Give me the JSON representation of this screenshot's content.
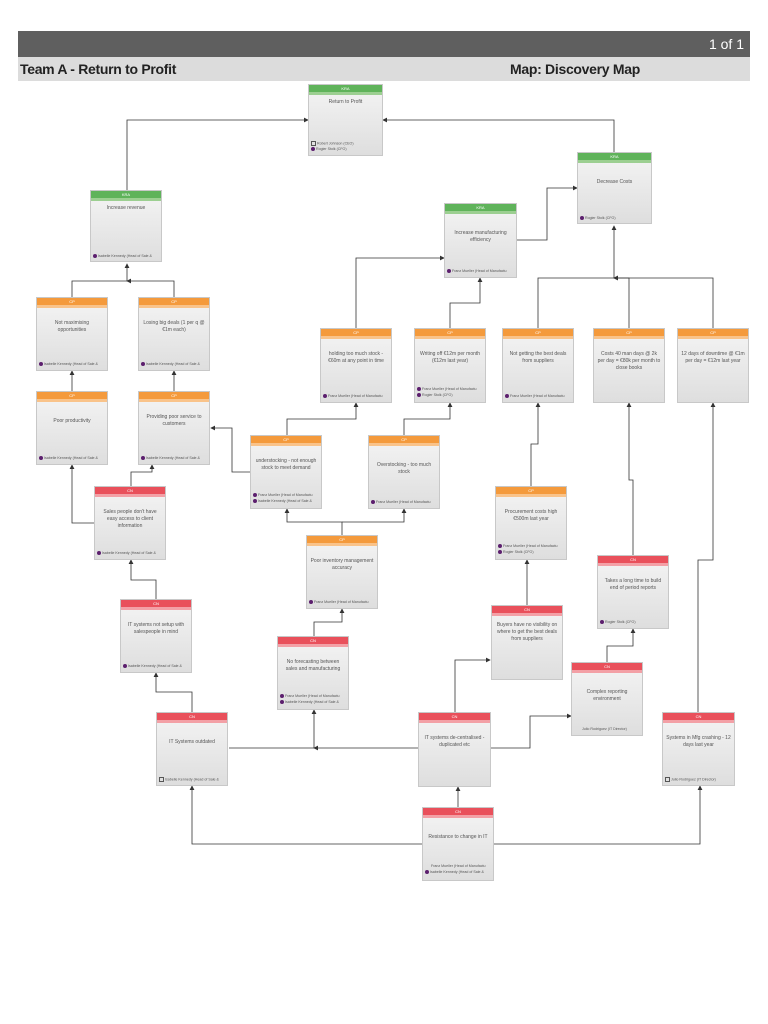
{
  "page": {
    "indicator": "1 of 1"
  },
  "header": {
    "team_title": "Team A - Return to Profit",
    "map_title": "Map: Discovery Map"
  },
  "colors": {
    "goal": "#5fb35a",
    "critical_path": "#f49a3c",
    "root_cause": "#e9505b"
  },
  "nodes": [
    {
      "id": "n1",
      "type": "green",
      "tag": "KRA",
      "title": "Return to Profit",
      "owners": [
        "Robert Johnson (CEO)",
        "Rogier Stolk (CFO)"
      ]
    },
    {
      "id": "n2",
      "type": "green",
      "tag": "KRA",
      "title": "Increase revenue",
      "owners": [
        "Isabelle Kennedy (Head of Sale &"
      ]
    },
    {
      "id": "n3",
      "type": "green",
      "tag": "KRA",
      "title": "Decrease Costs",
      "owners": [
        "Rogier Stolk (CFO)"
      ]
    },
    {
      "id": "n4",
      "type": "green",
      "tag": "KRA",
      "title": "Increase manufacturing efficiency",
      "owners": [
        "Franz Mueller (Head of Manufactu"
      ]
    },
    {
      "id": "n5",
      "type": "orange",
      "tag": "CP",
      "title": "Not maximising opportunities",
      "owners": [
        "Isabelle Kennedy (Head of Sale &"
      ]
    },
    {
      "id": "n6",
      "type": "orange",
      "tag": "CP",
      "title": "Losing big deals (1 per q @ €1m each)",
      "owners": [
        "Isabelle Kennedy (Head of Sale &"
      ]
    },
    {
      "id": "n7",
      "type": "orange",
      "tag": "CP",
      "title": "holding too much stock - €60m at any point in time",
      "owners": [
        "Franz Mueller (Head of Manufactu"
      ]
    },
    {
      "id": "n8",
      "type": "orange",
      "tag": "CP",
      "title": "Writing off €12m per month (€12m last year)",
      "owners": [
        "Franz Mueller (Head of Manufactu",
        "Rogier Stolk (CFO)"
      ]
    },
    {
      "id": "n9",
      "type": "orange",
      "tag": "CP",
      "title": "Not getting the best deals from suppliers",
      "owners": [
        "Franz Mueller (Head of Manufactu"
      ]
    },
    {
      "id": "n10",
      "type": "orange",
      "tag": "CP",
      "title": "Costs 40 man days @ 2k per day = €80k per month to close books",
      "owners": []
    },
    {
      "id": "n11",
      "type": "orange",
      "tag": "CP",
      "title": "12 days of downtime @ €1m per day = €12m last year",
      "owners": []
    },
    {
      "id": "n12",
      "type": "orange",
      "tag": "CP",
      "title": "Poor productivity",
      "owners": [
        "Isabelle Kennedy (Head of Sale &"
      ]
    },
    {
      "id": "n13",
      "type": "orange",
      "tag": "CP",
      "title": "Providing poor service to customers",
      "owners": [
        "Isabelle Kennedy (Head of Sale &"
      ]
    },
    {
      "id": "n14",
      "type": "orange",
      "tag": "CP",
      "title": "understocking - not enough stock to meet demand",
      "owners": [
        "Franz Mueller (Head of Manufactu",
        "Isabelle Kennedy (Head of Sale &"
      ]
    },
    {
      "id": "n15",
      "type": "orange",
      "tag": "CP",
      "title": "Overstocking - too much stock",
      "owners": [
        "Franz Mueller (Head of Manufactu"
      ]
    },
    {
      "id": "n16",
      "type": "orange",
      "tag": "CP",
      "title": "Procurement costs high €500m last year",
      "owners": [
        "Franz Mueller (Head of Manufactu",
        "Rogier Stolk (CFO)"
      ]
    },
    {
      "id": "n17",
      "type": "orange",
      "tag": "CP",
      "title": "Poor inventory management accuracy",
      "owners": [
        "Franz Mueller (Head of Manufactu"
      ]
    },
    {
      "id": "n18",
      "type": "red",
      "tag": "CN",
      "title": "Sales people don't have easy access to client information",
      "owners": [
        "Isabelle Kennedy (Head of Sale &"
      ]
    },
    {
      "id": "n19",
      "type": "red",
      "tag": "CN",
      "title": "IT systems not setup with salespeople in mind",
      "owners": [
        "Isabelle Kennedy (Head of Sale &"
      ]
    },
    {
      "id": "n20",
      "type": "red",
      "tag": "CN",
      "title": "No forecasting between sales and manufacturing",
      "owners": [
        "Franz Mueller (Head of Manufactu",
        "Isabelle Kennedy (Head of Sale &"
      ]
    },
    {
      "id": "n21",
      "type": "red",
      "tag": "CN",
      "title": "Takes a long time to build end of period reports",
      "owners": [
        "Rogier Stolk (CFO)"
      ]
    },
    {
      "id": "n22",
      "type": "red",
      "tag": "CN",
      "title": "Buyers have no visibility on where to get the best deals from suppliers",
      "owners": []
    },
    {
      "id": "n23",
      "type": "red",
      "tag": "CN",
      "title": "Complex reporting environment",
      "owners": [
        "Julio Rodriguez (IT Director)"
      ]
    },
    {
      "id": "n24",
      "type": "red",
      "tag": "CN",
      "title": "IT Systems outdated",
      "owners": [
        "Isabelle Kennedy (Head of Sale &"
      ]
    },
    {
      "id": "n25",
      "type": "red",
      "tag": "CN",
      "title": "IT systems de-centralised - duplicated etc",
      "owners": []
    },
    {
      "id": "n26",
      "type": "red",
      "tag": "CN",
      "title": "Systems in Mfg crashing - 12 days last year",
      "owners": [
        "Julio Rodriguez (IT Director)"
      ]
    },
    {
      "id": "n27",
      "type": "red",
      "tag": "CN",
      "title": "Resistance to change in IT",
      "owners": [
        "Franz Mueller (Head of Manufactu",
        "Isabelle Kennedy (Head of Sale &"
      ]
    }
  ]
}
